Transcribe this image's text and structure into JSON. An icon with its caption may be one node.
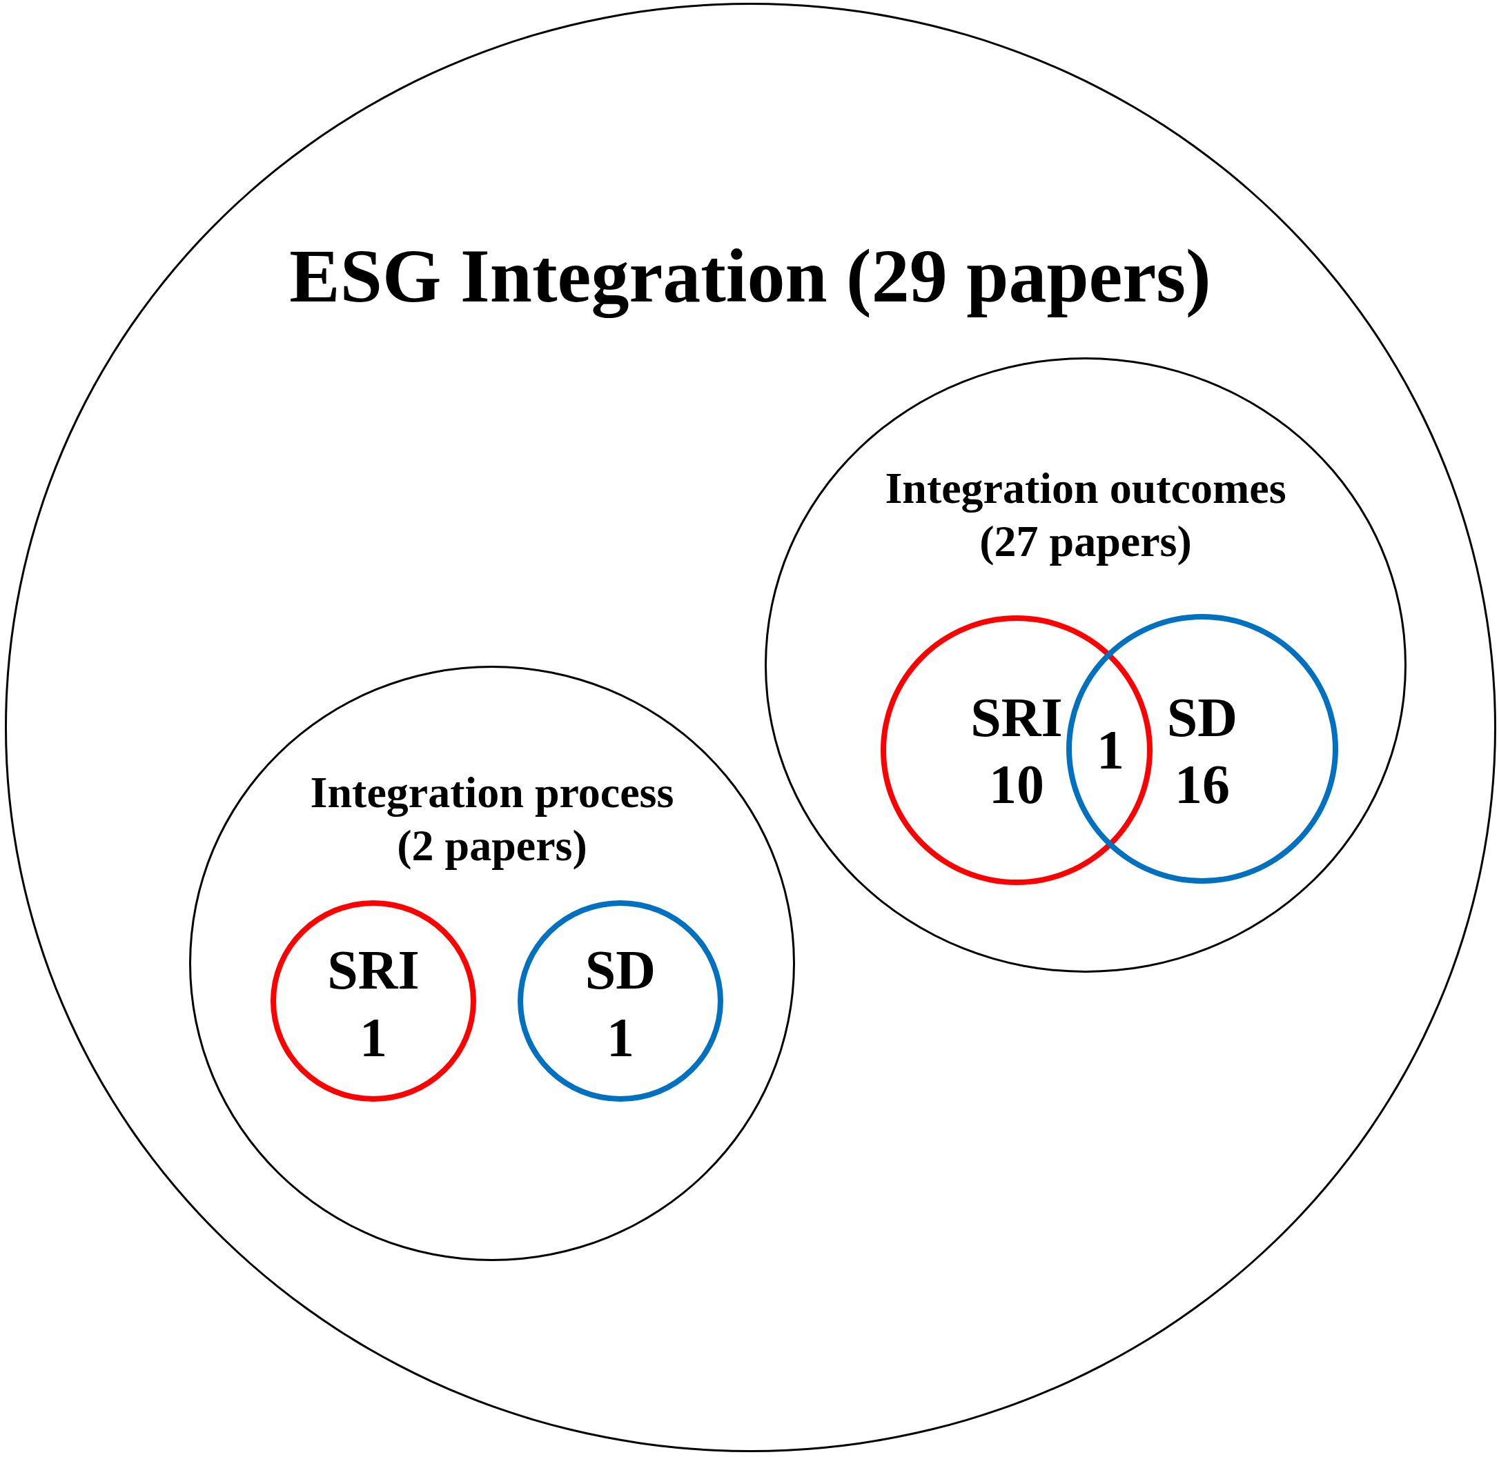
{
  "diagram": {
    "nodes": [
      {
        "text": [
          "ESG Integration (29 papers)"
        ]
      },
      {
        "text": [
          "Integration outcomes (27 papers)"
        ],
        "in": 0
      },
      {
        "text": [
          "SRI",
          "10"
        ],
        "in": 1
      },
      {
        "text": [
          "SD",
          "16"
        ],
        "in": 1
      },
      {
        "text": [
          "Integration process (2 papers)"
        ],
        "in": 0
      },
      {
        "text": [
          "SRI",
          "1"
        ],
        "in": 4
      },
      {
        "text": [
          "SD",
          "1"
        ],
        "in": 4
      }
    ],
    "labels": [
      "1"
    ]
  }
}
